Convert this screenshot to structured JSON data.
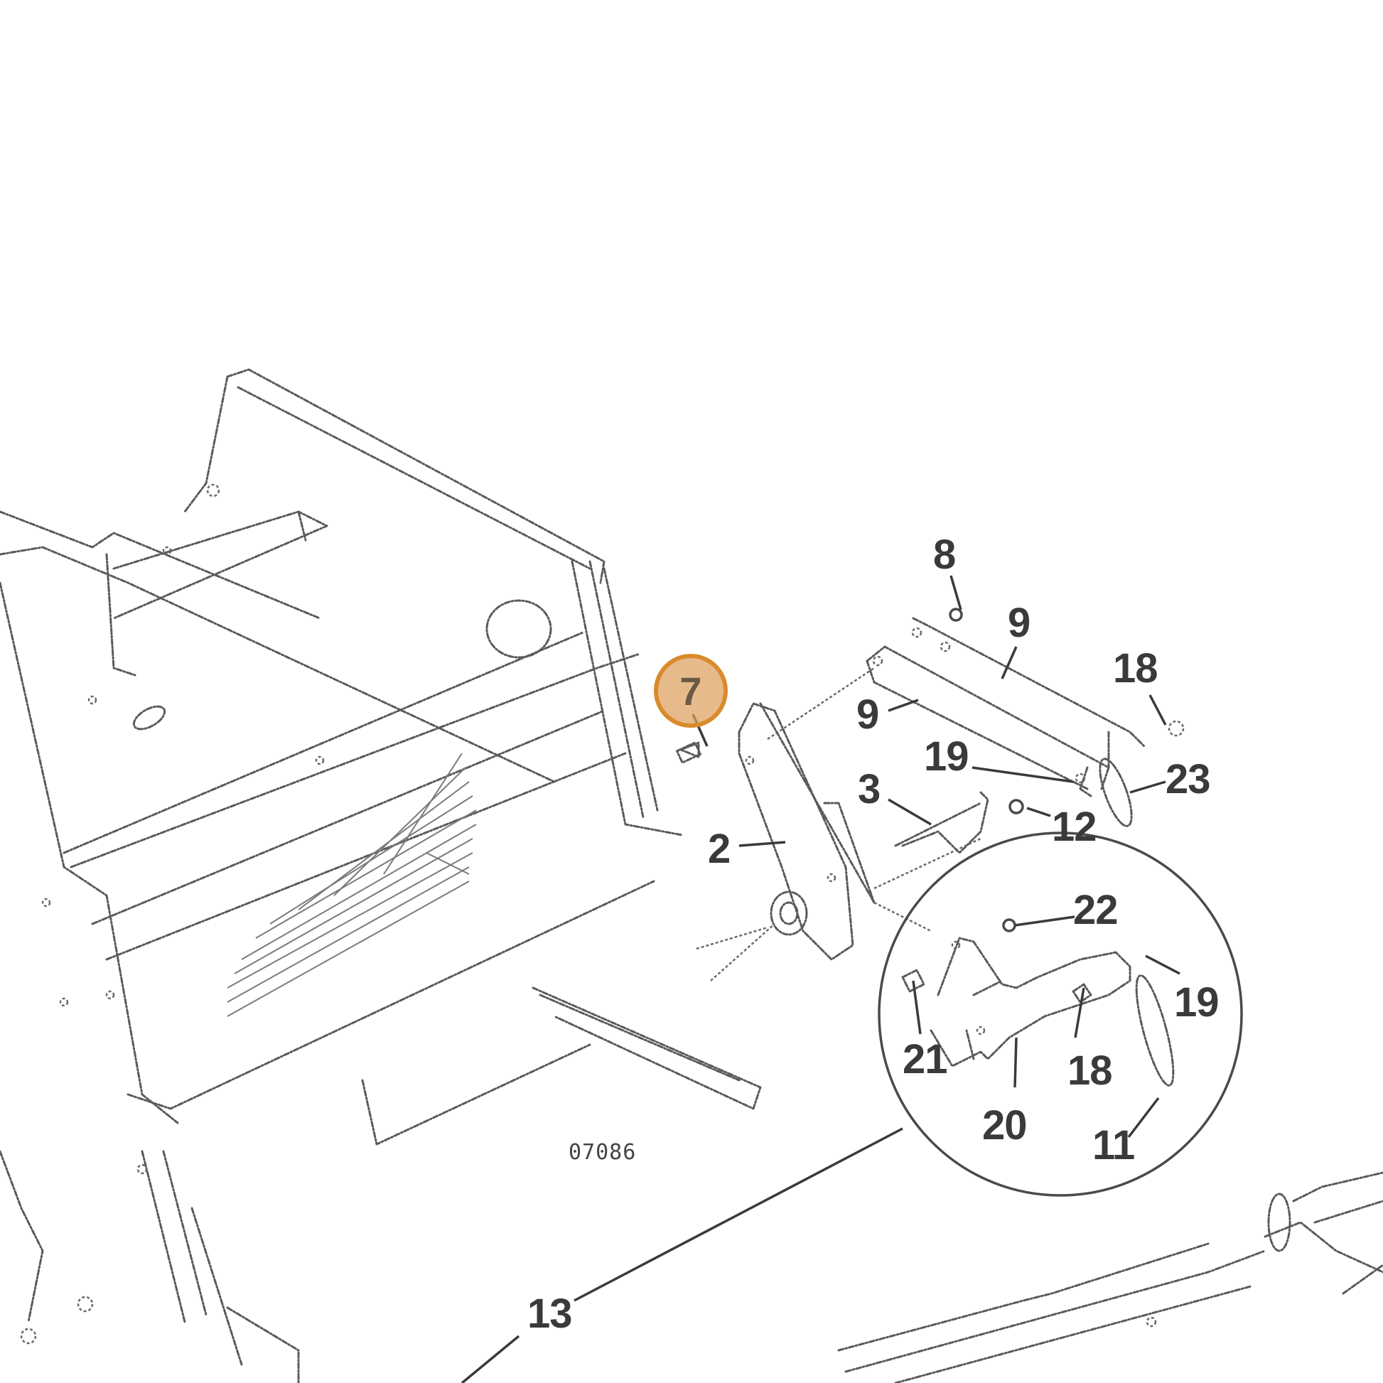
{
  "diagram": {
    "drawing_number": "07086",
    "highlight": {
      "label": "7",
      "color": "#d98a2b"
    },
    "callouts": {
      "c8": "8",
      "c9a": "9",
      "c9b": "9",
      "c18a": "18",
      "c19a": "19",
      "c23": "23",
      "c3": "3",
      "c12": "12",
      "c2": "2",
      "c22": "22",
      "c19b": "19",
      "c21": "21",
      "c18b": "18",
      "c20": "20",
      "c11": "11",
      "c13": "13"
    }
  }
}
